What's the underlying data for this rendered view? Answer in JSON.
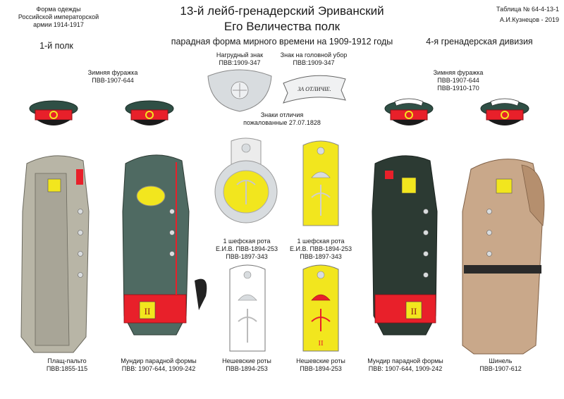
{
  "header": {
    "left_block": [
      "Форма одежды",
      "Российской императорской",
      "армии  1914-1917"
    ],
    "regiment_no": "1-й полк",
    "title_line1": "13-й лейб-гренадерский Эриванский",
    "title_line2": "Его Величества полк",
    "subtitle": "парадная форма мирного времени на 1909-1912 годы",
    "table_no": "Таблица № 64-4-13-1",
    "author": "А.И.Кузнецов - 2019",
    "division": "4-я гренадерская дивизия"
  },
  "top_labels": {
    "cap_left": [
      "Зимняя фуражка",
      "ПВВ-1907-644"
    ],
    "breast_badge": [
      "Нагрудный знак",
      "ПВВ:1909-347"
    ],
    "head_badge": [
      "Знак на головной убор",
      "ПВВ:1909-347"
    ],
    "head_badge_text": "ЗА ОТЛИЧIЕ.",
    "cap_right": [
      "Зимняя фуражка",
      "ПВВ-1907-644",
      "ПВВ-1910-170"
    ],
    "distinctions": [
      "Знаки отличия",
      "пожалованные  27.07.1828"
    ]
  },
  "mid_labels": {
    "epaulette": [
      "1 шефская рота",
      "Е.И.В. ПВВ-1894-253",
      "ПВВ-1897-343"
    ],
    "shoulder_strap": [
      "1 шефская рота",
      "Е.И.В. ПВВ-1894-253",
      "ПВВ-1897-343"
    ]
  },
  "strap_numeral": "II",
  "bottom_labels": [
    [
      "Плащ-пальто",
      "ПВВ:1855-115"
    ],
    [
      "Мундир парадной формы",
      "ПВВ: 1907-644, 1909-242"
    ],
    [
      "Нешевские роты",
      "ПВВ-1894-253"
    ],
    [
      "Нешевские роты",
      "ПВВ-1894-253"
    ],
    [
      "Мундир парадной формы",
      "ПВВ: 1907-644, 1909-242"
    ],
    [
      "Шинель",
      "ПВВ-1907-612"
    ]
  ],
  "colors": {
    "cap_band": "#e8202a",
    "cap_crown_green": "#2f4f45",
    "yellow": "#f2e61e",
    "greatcoat_grey": "#b8b5a6",
    "tunic_green": "#4f6a62",
    "dark_green": "#2c3a33",
    "overcoat_brown": "#c9a88a",
    "silver": "#d8dcdf"
  }
}
